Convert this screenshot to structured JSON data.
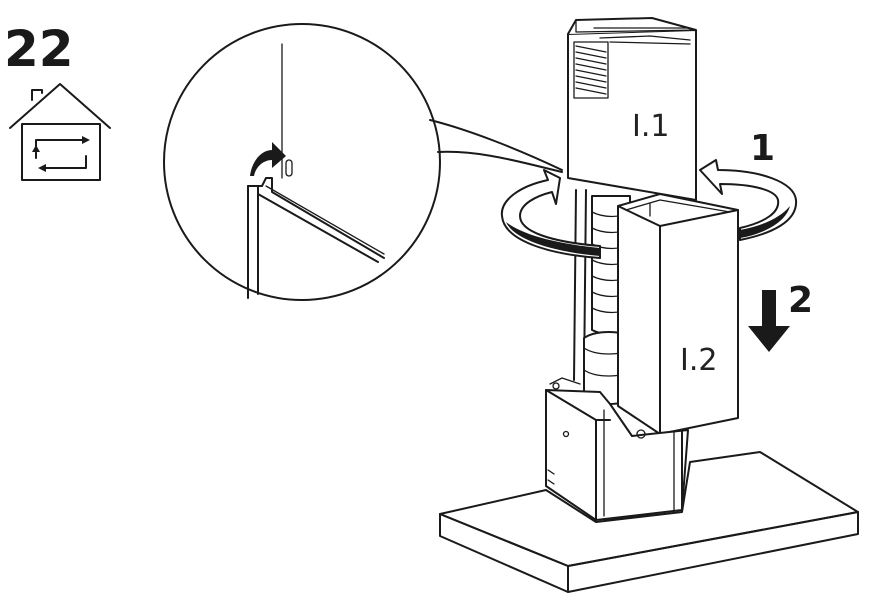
{
  "step": {
    "number": "22",
    "icon": "house-recirculation-icon"
  },
  "labels": {
    "upper_chimney": "I.1",
    "lower_chimney": "I.2",
    "step_rotate": "1",
    "step_lower": "2"
  },
  "icons": {
    "rotate_left": "rotate-arrow-icon",
    "rotate_right": "rotate-arrow-icon",
    "down": "down-arrow-icon",
    "hook": "curved-arrow-icon"
  },
  "colors": {
    "line": "#1a1a1a",
    "background": "#ffffff"
  }
}
